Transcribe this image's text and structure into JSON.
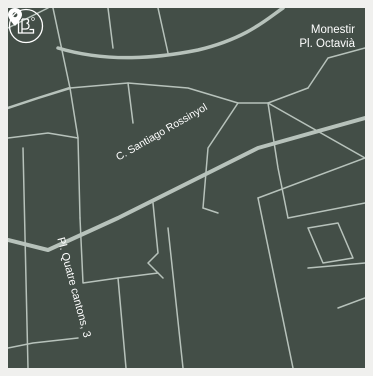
{
  "map": {
    "labels": {
      "monestir": "Monestir",
      "placa_octavia": "Pl. Octavià",
      "street_santiago": "C. Santiago Rossinyol",
      "placa_quatre_cantons": "Pl. Quatre cantons, 3"
    },
    "colors": {
      "land": "#434e47",
      "roads": "#b7c2bb",
      "text": "#ffffff",
      "frame": "#f0f0ee"
    },
    "marker": {
      "icon": "location-pin-icon"
    },
    "logo": {
      "icon": "lb-logo-icon",
      "text": "LB"
    }
  }
}
